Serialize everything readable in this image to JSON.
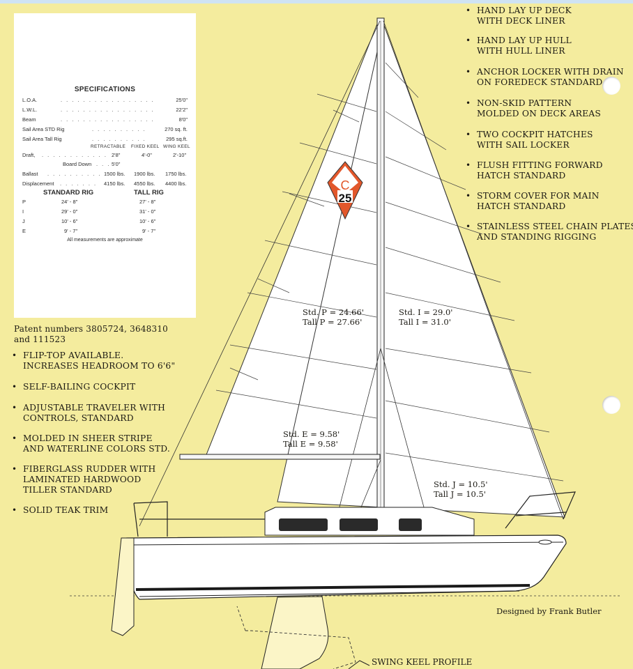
{
  "specifications": {
    "title": "SPECIFICATIONS",
    "rows": [
      {
        "label": "L.O.A.",
        "value": "25'0\""
      },
      {
        "label": "L.W.L.",
        "value": "22'2\""
      },
      {
        "label": "Beam",
        "value": "8'0\""
      },
      {
        "label": "Sail Area STD Rig",
        "value": "270 sq. ft."
      },
      {
        "label": "Sail Area Tall Rig",
        "value": "295 sq.ft."
      }
    ],
    "keel_headers": [
      "RETRACTABLE",
      "FIXED KEEL",
      "WING KEEL"
    ],
    "draft_label": "Draft,",
    "draft_values": [
      "2'8\"",
      "4'-0\"",
      "2'-10\""
    ],
    "board_down_label": "Board Down",
    "board_down_value": "5'0\"",
    "ballast_label": "Ballast",
    "ballast_values": [
      "1500 lbs.",
      "1900 lbs.",
      "1750 lbs."
    ],
    "displacement_label": "Displacement",
    "displacement_values": [
      "4150 lbs.",
      "4550 lbs.",
      "4400 lbs."
    ],
    "standard_rig_label": "STANDARD RIG",
    "tall_rig_label": "TALL RIG",
    "rig_rows": [
      {
        "key": "P",
        "standard": "24' - 8\"",
        "tall": "27' - 8\""
      },
      {
        "key": "I",
        "standard": "29' - 0\"",
        "tall": "31' - 0\""
      },
      {
        "key": "J",
        "standard": "10' - 6\"",
        "tall": "10' - 6\""
      },
      {
        "key": "E",
        "standard": "9' - 7\"",
        "tall": "9' - 7\""
      }
    ],
    "footnote": "All measurements are approximate"
  },
  "patent": {
    "line1": "Patent numbers 3805724, 3648310",
    "line2": "and 111523"
  },
  "left_features": [
    [
      "FLIP-TOP AVAILABLE.",
      "INCREASES HEADROOM TO 6'6\""
    ],
    [
      "SELF-BAILING COCKPIT"
    ],
    [
      "ADJUSTABLE TRAVELER WITH",
      "CONTROLS, STANDARD"
    ],
    [
      "MOLDED IN SHEER STRIPE",
      "AND WATERLINE COLORS STD."
    ],
    [
      "FIBERGLASS RUDDER WITH",
      "LAMINATED HARDWOOD",
      "TILLER STANDARD"
    ],
    [
      "SOLID TEAK TRIM"
    ]
  ],
  "right_features": [
    [
      "HAND LAY UP DECK",
      "WITH DECK LINER"
    ],
    [
      "HAND LAY UP HULL",
      "WITH HULL LINER"
    ],
    [
      "ANCHOR LOCKER WITH DRAIN",
      "ON FOREDECK STANDARD"
    ],
    [
      "NON-SKID PATTERN",
      "MOLDED ON DECK AREAS"
    ],
    [
      "TWO COCKPIT HATCHES",
      "WITH SAIL LOCKER"
    ],
    [
      "FLUSH FITTING FORWARD",
      "HATCH STANDARD"
    ],
    [
      "STORM COVER FOR MAIN",
      "HATCH STANDARD"
    ],
    [
      "STAINLESS STEEL CHAIN PLATES",
      "AND STANDING RIGGING"
    ]
  ],
  "dimensions": {
    "std_p": "Std. P  =  24.66'",
    "tall_p": "Tall P  =  27.66'",
    "std_i": "Std. I   =   29.0'",
    "tall_i": "Tall I   =   31.0'",
    "std_e": "Std. E   =   9.58'",
    "tall_e": "Tall E   =   9.58'",
    "std_j": "Std. J   =   10.5'",
    "tall_j": "Tall J   =   10.5'"
  },
  "sail_logo": {
    "letter": "C",
    "number": "25",
    "color": "#e2572b"
  },
  "designer": "Designed by Frank Butler",
  "swing_keel_label": "SWING KEEL PROFILE",
  "colors": {
    "background": "#f4ec9e",
    "ink": "#1c1a14",
    "logo": "#e2572b",
    "hull_stripe": "#1a1a1a"
  }
}
